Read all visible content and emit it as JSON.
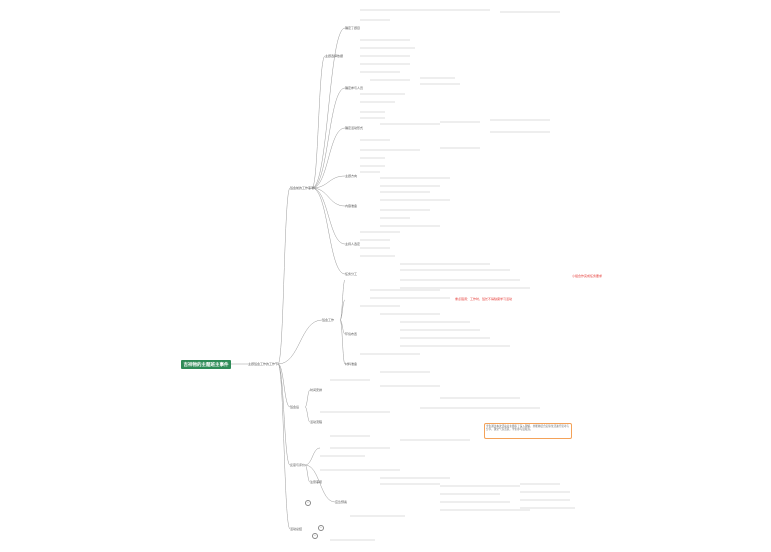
{
  "root": {
    "title": "吉祥物的主题班主事件"
  },
  "sub": {
    "label": "主题班会工作的工作节"
  },
  "branches": [
    {
      "label": "班会前的工作事项"
    },
    {
      "label": "班会工作"
    },
    {
      "label": "班会后"
    },
    {
      "label": "反思与评价"
    },
    {
      "label": "活动总结"
    }
  ],
  "leaves": [
    "主题选择依据",
    "确定了题目",
    "确定参与人员",
    "确定活动形式",
    "主题方向",
    "内容准备",
    "主持人选定",
    "任务分工",
    "环境布置",
    "材料准备",
    "时间安排",
    "活动流程",
    "注意事项",
    "应急预案"
  ],
  "highlights": [
    "小组合作完成任务要求",
    "重点强调：工作时，班长不得缺席学习活动"
  ],
  "note_text": "学生通过本次活动对主题有了深入理解，并能够结合实际生活进行思考与分享，课堂气氛活跃，学生参与度较高。"
}
